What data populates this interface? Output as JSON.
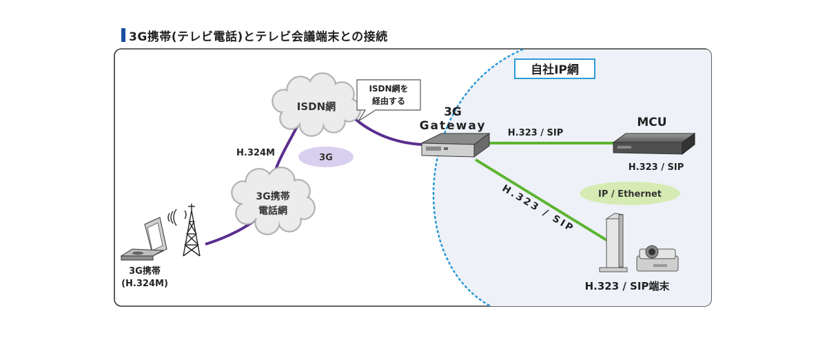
{
  "title": "3G携帯(テレビ電話)とテレビ会議端末との接続",
  "networks": {
    "isdn": "ISDN網",
    "mobile_line1": "3G携帯",
    "mobile_line2": "電話網",
    "corporate_ip": "自社IP網"
  },
  "callout": {
    "line1": "ISDN網を",
    "line2": "経由する"
  },
  "badges": {
    "three_g": "3G",
    "ip_ethernet": "IP / Ethernet"
  },
  "labels": {
    "h324m": "H.324M",
    "gateway_line1": "3G",
    "gateway_line2": "Gateway",
    "link_mcu": "H.323 / SIP",
    "link_terminal": "H.323 / SIP",
    "mcu": "MCU",
    "mcu_protocol": "H.323 / SIP",
    "terminal": "H.323 / SIP端末",
    "phone_line1": "3G携帯",
    "phone_line2": "(H.324M)"
  },
  "colors": {
    "purple_link": "#5a2e8e",
    "green_link": "#5cb531",
    "ip_zone_border": "#2a9ad6",
    "title_bar": "#1c4fa1",
    "badge_3g": "#d9cfee",
    "badge_ip": "#d6ebb3"
  }
}
